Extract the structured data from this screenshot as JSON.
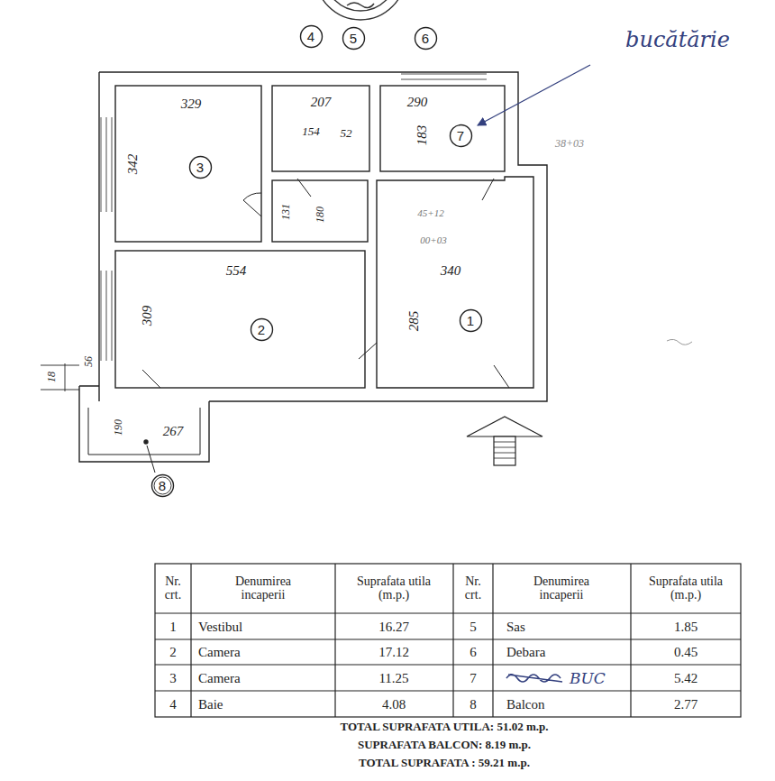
{
  "diagram": {
    "nodes": [
      {
        "text": [
          "4"
        ]
      },
      {
        "text": [
          "5"
        ]
      },
      {
        "text": [
          "6"
        ]
      },
      {
        "text": [
          "3"
        ]
      },
      {
        "text": [
          "7"
        ]
      },
      {
        "text": [
          "2"
        ]
      },
      {
        "text": [
          "1"
        ]
      },
      {
        "text": [
          "8"
        ]
      }
    ],
    "labels": [
      "329",
      "207",
      "290",
      "154",
      "52",
      "183",
      "342",
      "131",
      "180",
      "38+03",
      "45+12",
      "00+03",
      "554",
      "340",
      "309",
      "285",
      "18",
      "56",
      "190",
      "267",
      "bucătărie",
      "Nr. crt.",
      "Denumirea incaperii",
      "Suprafata utila (m.p.)",
      "Nr. crt.",
      "Denumirea incaperii",
      "Suprafata utila (m.p.)",
      "1",
      "Vestibul",
      "16.27",
      "5",
      "Sas",
      "1.85",
      "2",
      "Camera",
      "17.12",
      "6",
      "Debara",
      "0.45",
      "3",
      "Camera",
      "11.25",
      "7",
      "BUC",
      "5.42",
      "4",
      "Baie",
      "4.08",
      "8",
      "Balcon",
      "2.77",
      "TOTAL SUPRAFATA UTILA: 51.02 m.p.",
      "SUPRAFATA BALCON: 8.19 m.p.",
      "TOTAL SUPRAFATA : 59.21 m.p."
    ]
  }
}
